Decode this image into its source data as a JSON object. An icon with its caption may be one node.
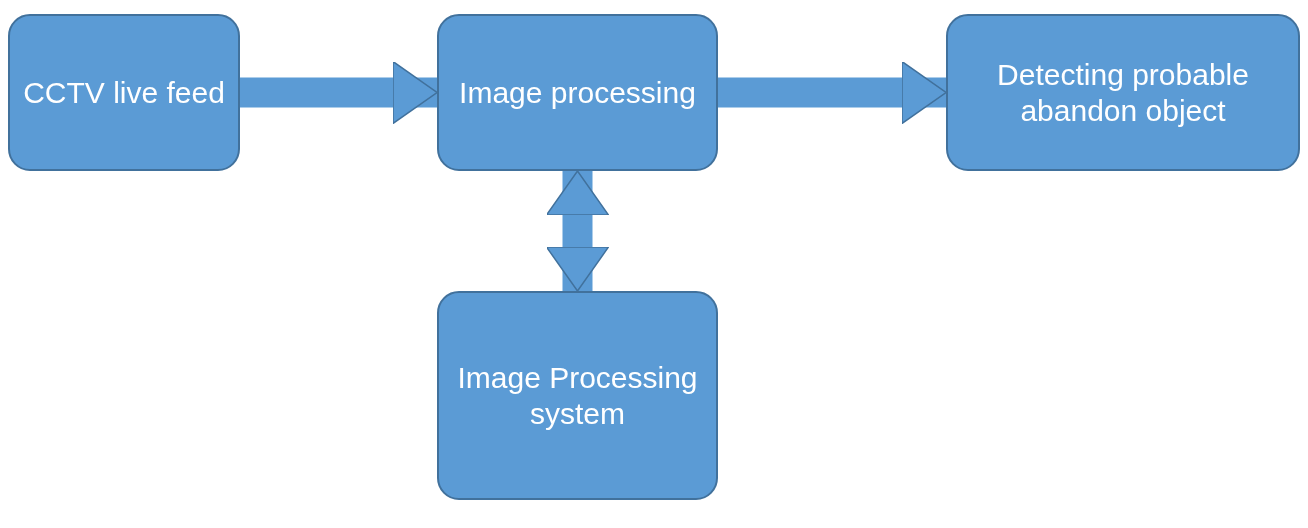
{
  "diagram": {
    "nodes": [
      {
        "text": [
          "CCTV live feed"
        ]
      },
      {
        "text": [
          "Image processing"
        ]
      },
      {
        "text": [
          "Detecting probable abandon object"
        ]
      },
      {
        "text": [
          "Image Processing system"
        ]
      }
    ],
    "edges": [
      {
        "from": 0,
        "to": 1,
        "arrow": "to"
      },
      {
        "from": 1,
        "to": 2,
        "arrow": "to"
      },
      {
        "from": 1,
        "to": 3,
        "arrow": "both"
      }
    ]
  }
}
